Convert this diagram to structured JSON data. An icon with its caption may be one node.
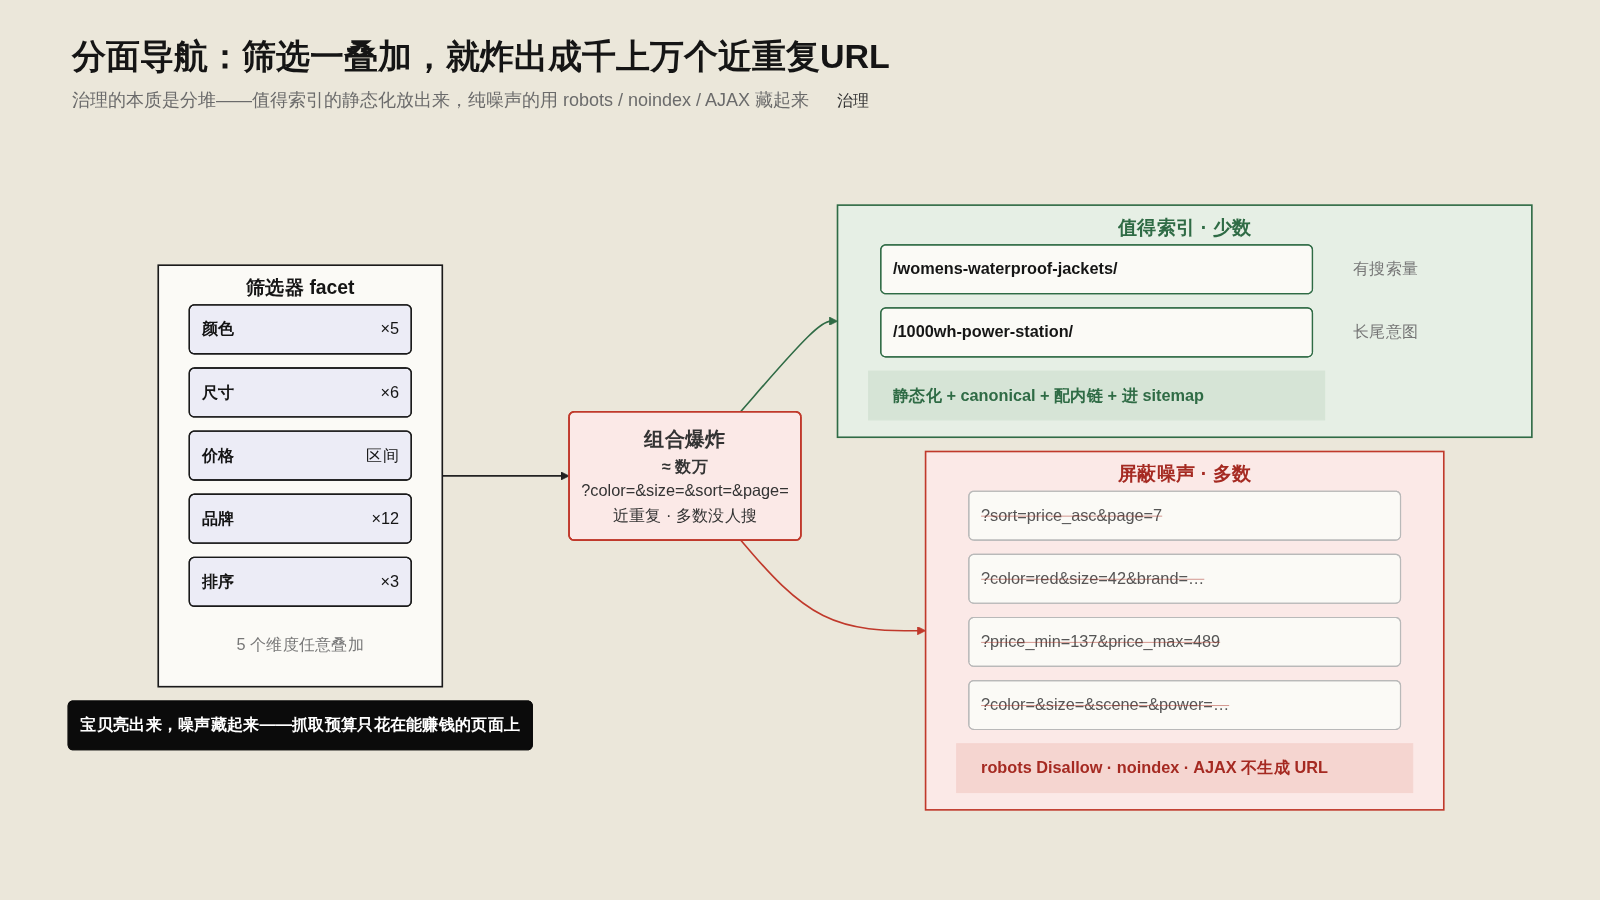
{
  "diagram": {
    "title": "分面导航：筛选一叠加，就炸出成千上万个近重复URL",
    "nodes": [
      {
        "text": [
          "筛选器 facet"
        ],
        "beside": [
          "5 个维度任意叠加"
        ]
      },
      {
        "text": [
          "颜色",
          "×5"
        ],
        "in": 0
      },
      {
        "text": [
          "尺寸",
          "×6"
        ],
        "in": 0
      },
      {
        "text": [
          "价格",
          "区间"
        ],
        "in": 0
      },
      {
        "text": [
          "品牌",
          "×12"
        ],
        "in": 0
      },
      {
        "text": [
          "排序",
          "×3"
        ],
        "in": 0
      },
      {
        "text": [
          "组合爆炸",
          "≈ 数万",
          "?color=&size=&sort=&page=",
          "近重复 · 多数没人搜"
        ]
      },
      {
        "text": [
          "值得索引 · 少数"
        ]
      },
      {
        "text": [
          "/womens-waterproof-jackets/"
        ],
        "in": 7,
        "beside": [
          "有搜索量"
        ]
      },
      {
        "text": [
          "/1000wh-power-station/"
        ],
        "in": 7,
        "beside": [
          "长尾意图"
        ]
      },
      {
        "text": [
          "静态化 + canonical + 配内链 + 进 sitemap"
        ],
        "in": 7
      },
      {
        "text": [
          "屏蔽噪声 · 多数"
        ]
      },
      {
        "text": [
          "?sort=price_asc&page=7"
        ],
        "in": 11
      },
      {
        "text": [
          "?color=red&size=42&brand=…"
        ],
        "in": 11
      },
      {
        "text": [
          "?price_min=137&price_max=489"
        ],
        "in": 11
      },
      {
        "text": [
          "?color=&size=&scene=&power=…"
        ],
        "in": 11
      },
      {
        "text": [
          "robots Disallow · noindex · AJAX 不生成 URL"
        ],
        "in": 11
      },
      {
        "text": [
          "宝贝亮出来，噪声藏起来——抓取预算只花在能赚钱的页面上"
        ]
      }
    ],
    "edges": [
      {
        "from": 0,
        "to": 6,
        "arrow": "to"
      },
      {
        "from": 6,
        "to": 7,
        "arrow": "to",
        "color": "#2f6b45"
      },
      {
        "from": 6,
        "to": 11,
        "arrow": "to",
        "color": "#c0392b"
      }
    ],
    "labels": [
      "治理的本质是分堆——值得索引的静态化放出来，纯噪声的用 robots / noindex / AJAX 藏起来",
      "治理"
    ]
  }
}
